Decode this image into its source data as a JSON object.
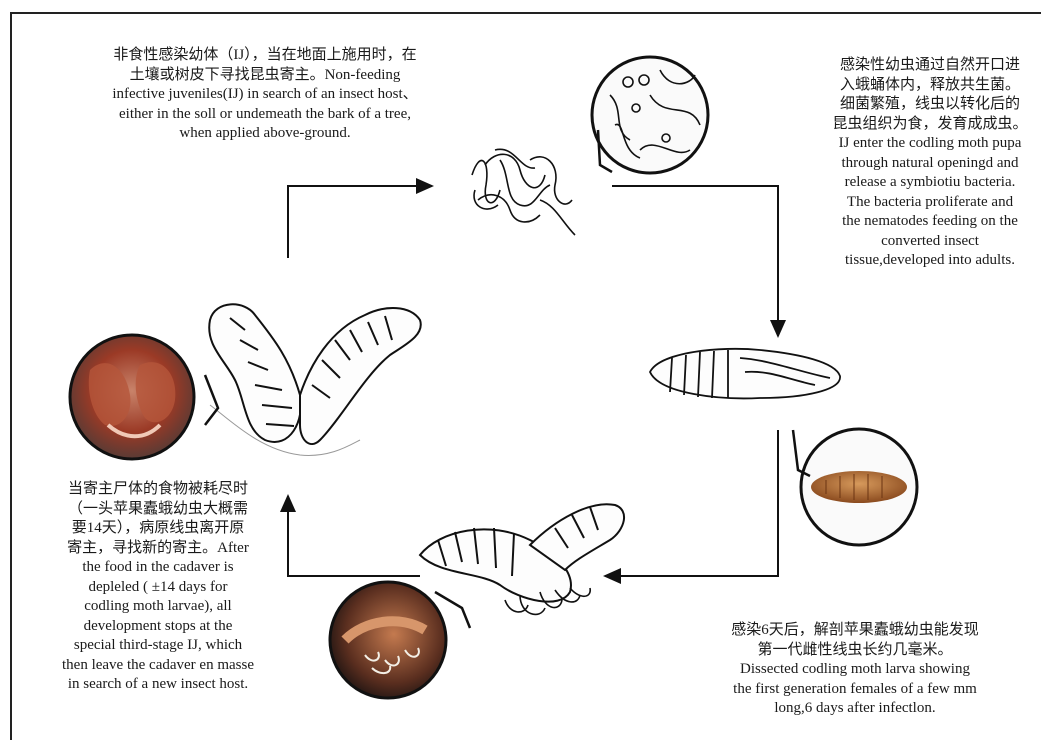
{
  "captions": {
    "top_left": "非食性感染幼体（IJ），当在地面上施用时，在\n土壤或树皮下寻找昆虫寄主。Non-feeding\ninfective juveniles(IJ) in search of an insect host、\neither in the soll or undemeath the bark of a tree,\nwhen applied above-ground.",
    "top_right": "感染性幼虫通过自然开口进\n入蛾蛹体内，释放共生菌。\n细菌繁殖，线虫以转化后的\n昆虫组织为食，发育成成虫。\nIJ enter the codling moth pupa\nthrough natural openingd and\nrelease a symbiotiu bacteria.\nThe bacteria proliferate and\nthe nematodes feeding on the\nconverted insect\ntissue,developed into adults.",
    "bottom_left": "当寄主尸体的食物被耗尽时\n（一头苹果蠹蛾幼虫大概需\n要14天），病原线虫离开原\n寄主，寻找新的寄主。After\nthe food in the cadaver is\ndepleled ( ±14 days for\ncodling moth larvae), all\ndevelopment stops at the\nspecial third-stage IJ, which\nthen leave the cadaver en masse\nin search of a new insect host.",
    "bottom_right": "感染6天后，解剖苹果蠹蛾幼虫能发现\n第一代雌性线虫长约几毫米。\nDissected codling moth larva showing\nthe first generation females of a few mm\nlong,6 days after infectlon."
  }
}
